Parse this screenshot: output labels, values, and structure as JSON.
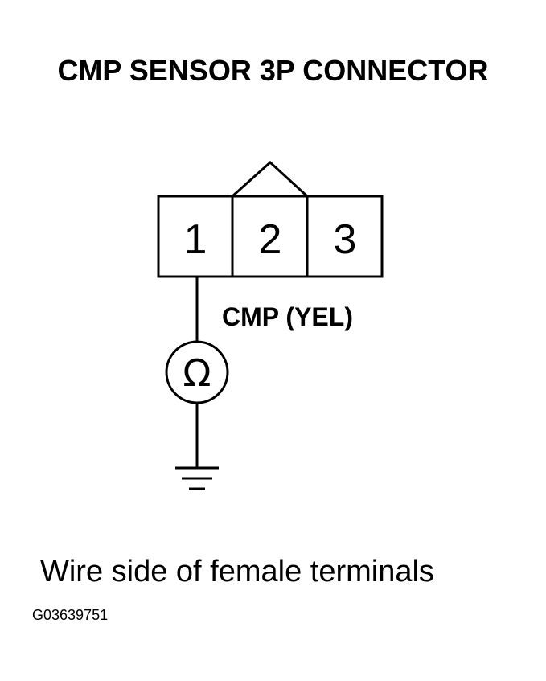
{
  "title": "CMP SENSOR 3P CONNECTOR",
  "connector": {
    "pins": [
      "1",
      "2",
      "3"
    ]
  },
  "wire_label": "CMP (YEL)",
  "meter_symbol": "Ω",
  "caption": "Wire side of female terminals",
  "figure_id": "G03639751"
}
